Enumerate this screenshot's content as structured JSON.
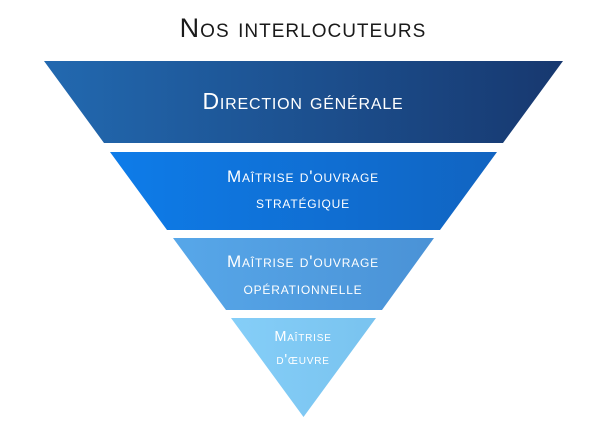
{
  "title": "Nos interlocuteurs",
  "title_color": "#1a1a1a",
  "background_color": "#ffffff",
  "funnel": {
    "text_color": "#ffffff",
    "levels": [
      {
        "label": "Direction générale",
        "line1": "Direction générale",
        "color_start": "#2269b0",
        "color_end": "#17386f"
      },
      {
        "label": "Maîtrise d'ouvrage stratégique",
        "line1": "Maîtrise d'ouvrage",
        "line2": "stratégique",
        "color_start": "#0e7ce9",
        "color_end": "#1164c1"
      },
      {
        "label": "Maîtrise d'ouvrage opérationnelle",
        "line1": "Maîtrise d'ouvrage",
        "line2": "opérationnelle",
        "color_start": "#57a7e9",
        "color_end": "#4a92d6"
      },
      {
        "label": "Maîtrise d'œuvre",
        "line1": "Maîtrise",
        "line2": "d'œuvre",
        "color_start": "#85cef8",
        "color_end": "#79c3ef"
      }
    ]
  }
}
